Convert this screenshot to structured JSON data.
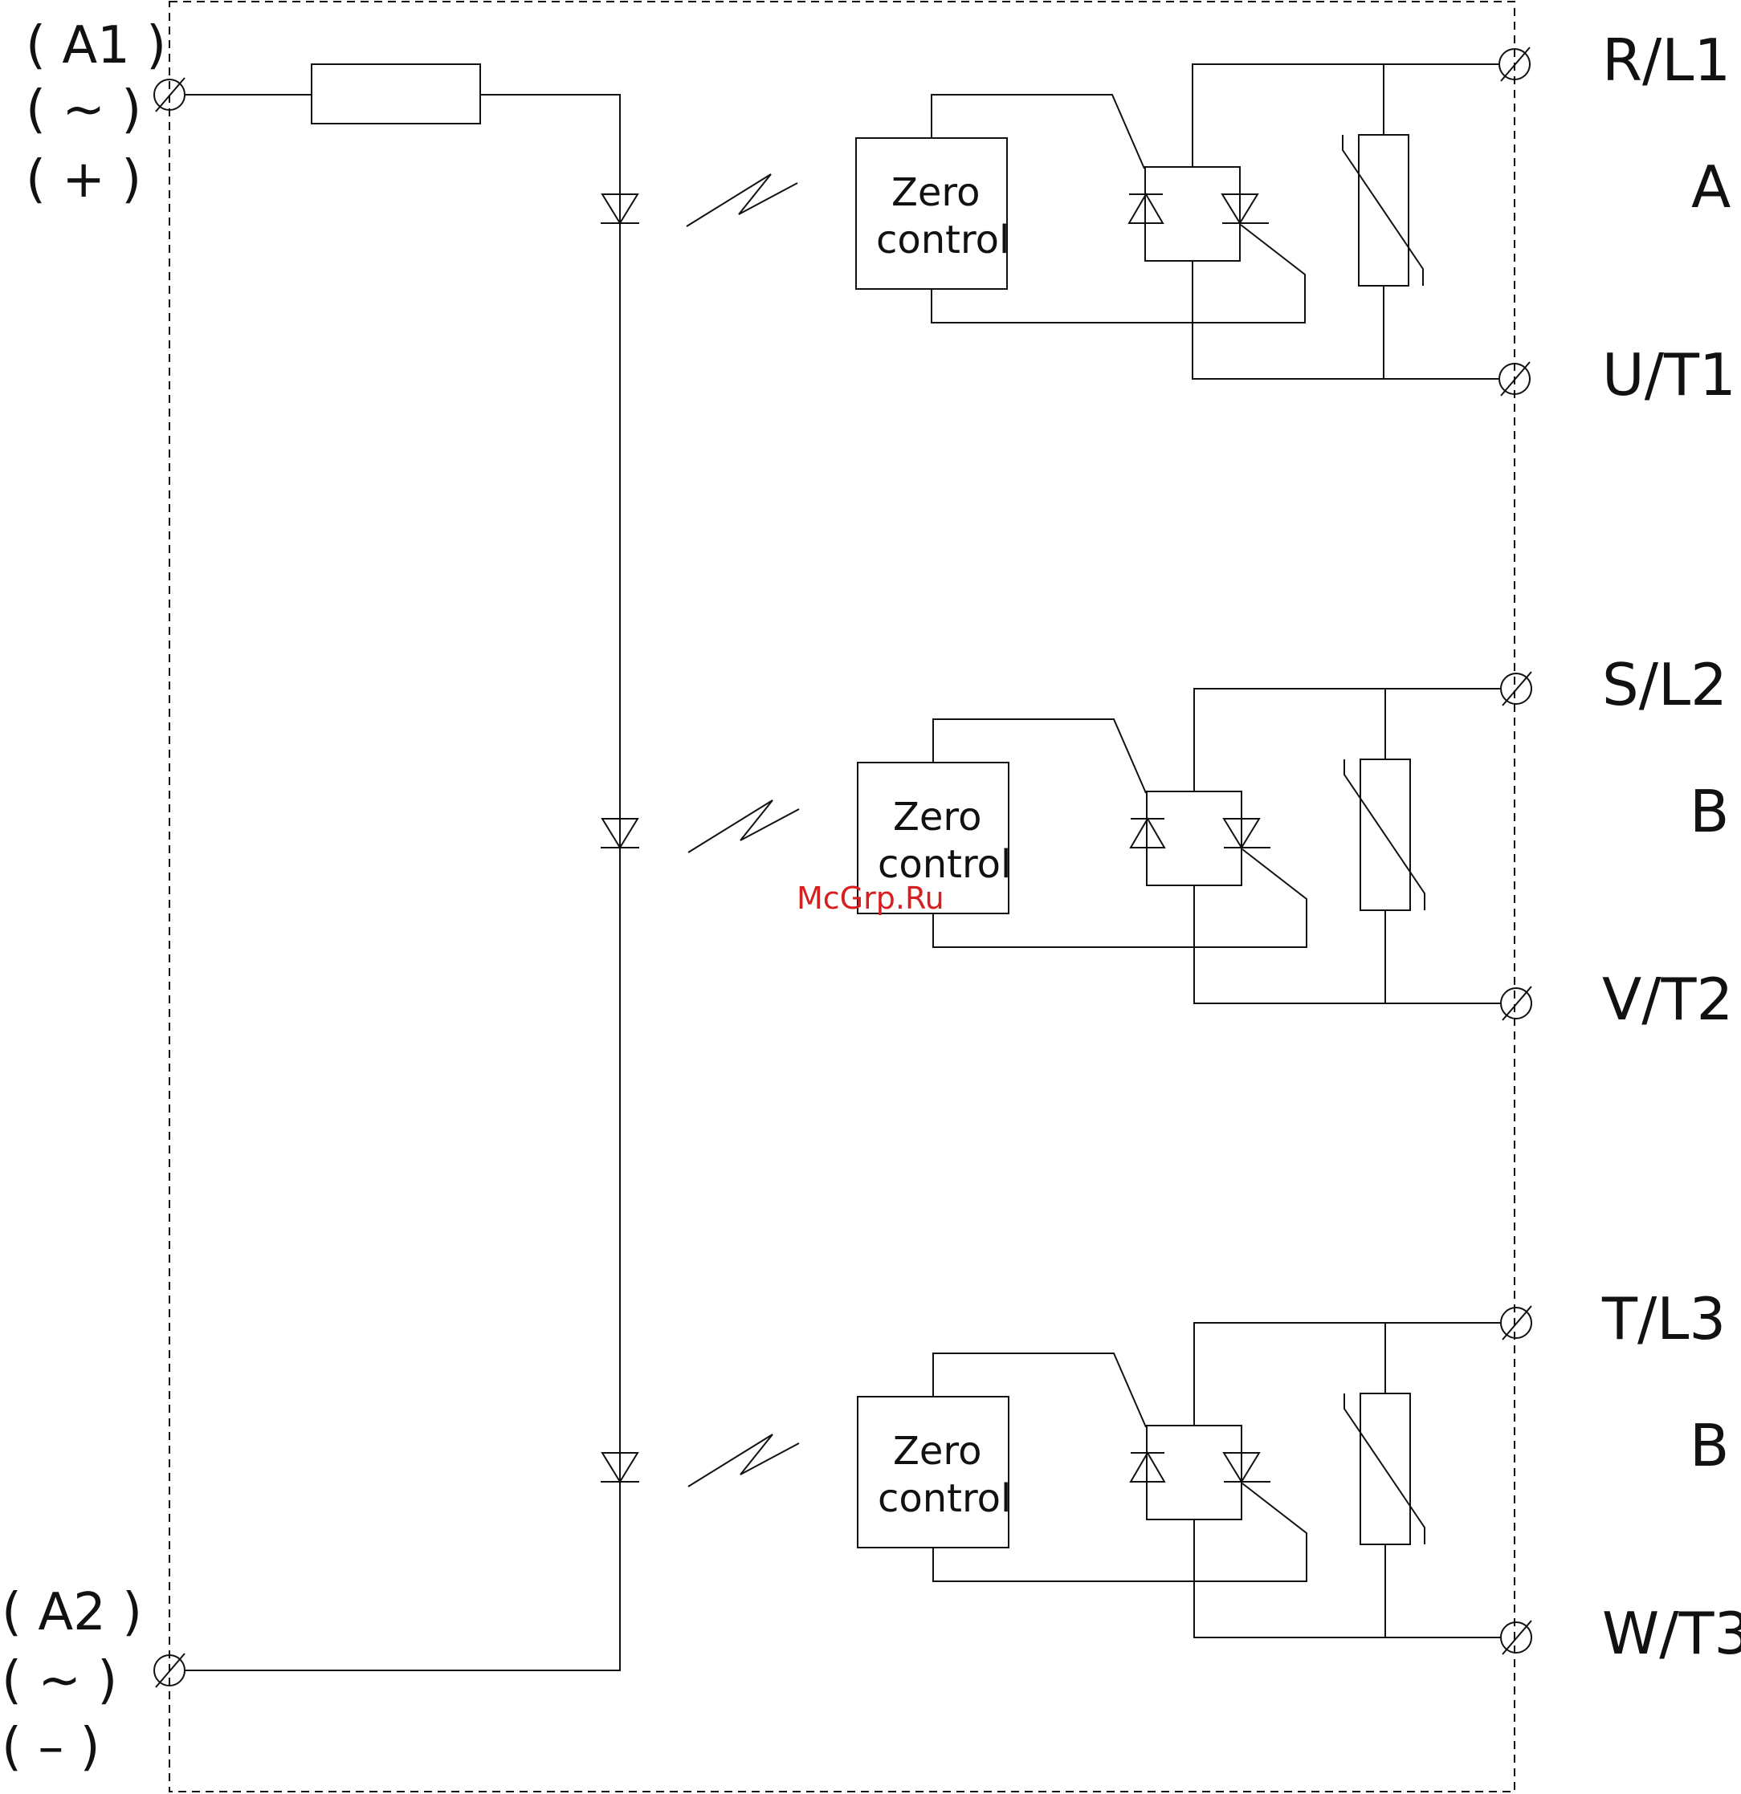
{
  "colors": {
    "line": "#111111",
    "watermark": "#d81f1f",
    "background": "#ffffff"
  },
  "left_terminals": {
    "top": [
      "( A1 )",
      "( ~ )",
      "( + )"
    ],
    "bottom": [
      "( A2 )",
      "( ~ )",
      "( – )"
    ]
  },
  "channels": [
    {
      "control_line1": "Zero",
      "control_line2": "control",
      "phase": "A",
      "input": "R/L1",
      "output": "U/T1"
    },
    {
      "control_line1": "Zero",
      "control_line2": "control",
      "phase": "B",
      "input": "S/L2",
      "output": "V/T2"
    },
    {
      "control_line1": "Zero",
      "control_line2": "control",
      "phase": "B",
      "input": "T/L3",
      "output": "W/T3"
    }
  ],
  "watermark": "McGrp.Ru"
}
